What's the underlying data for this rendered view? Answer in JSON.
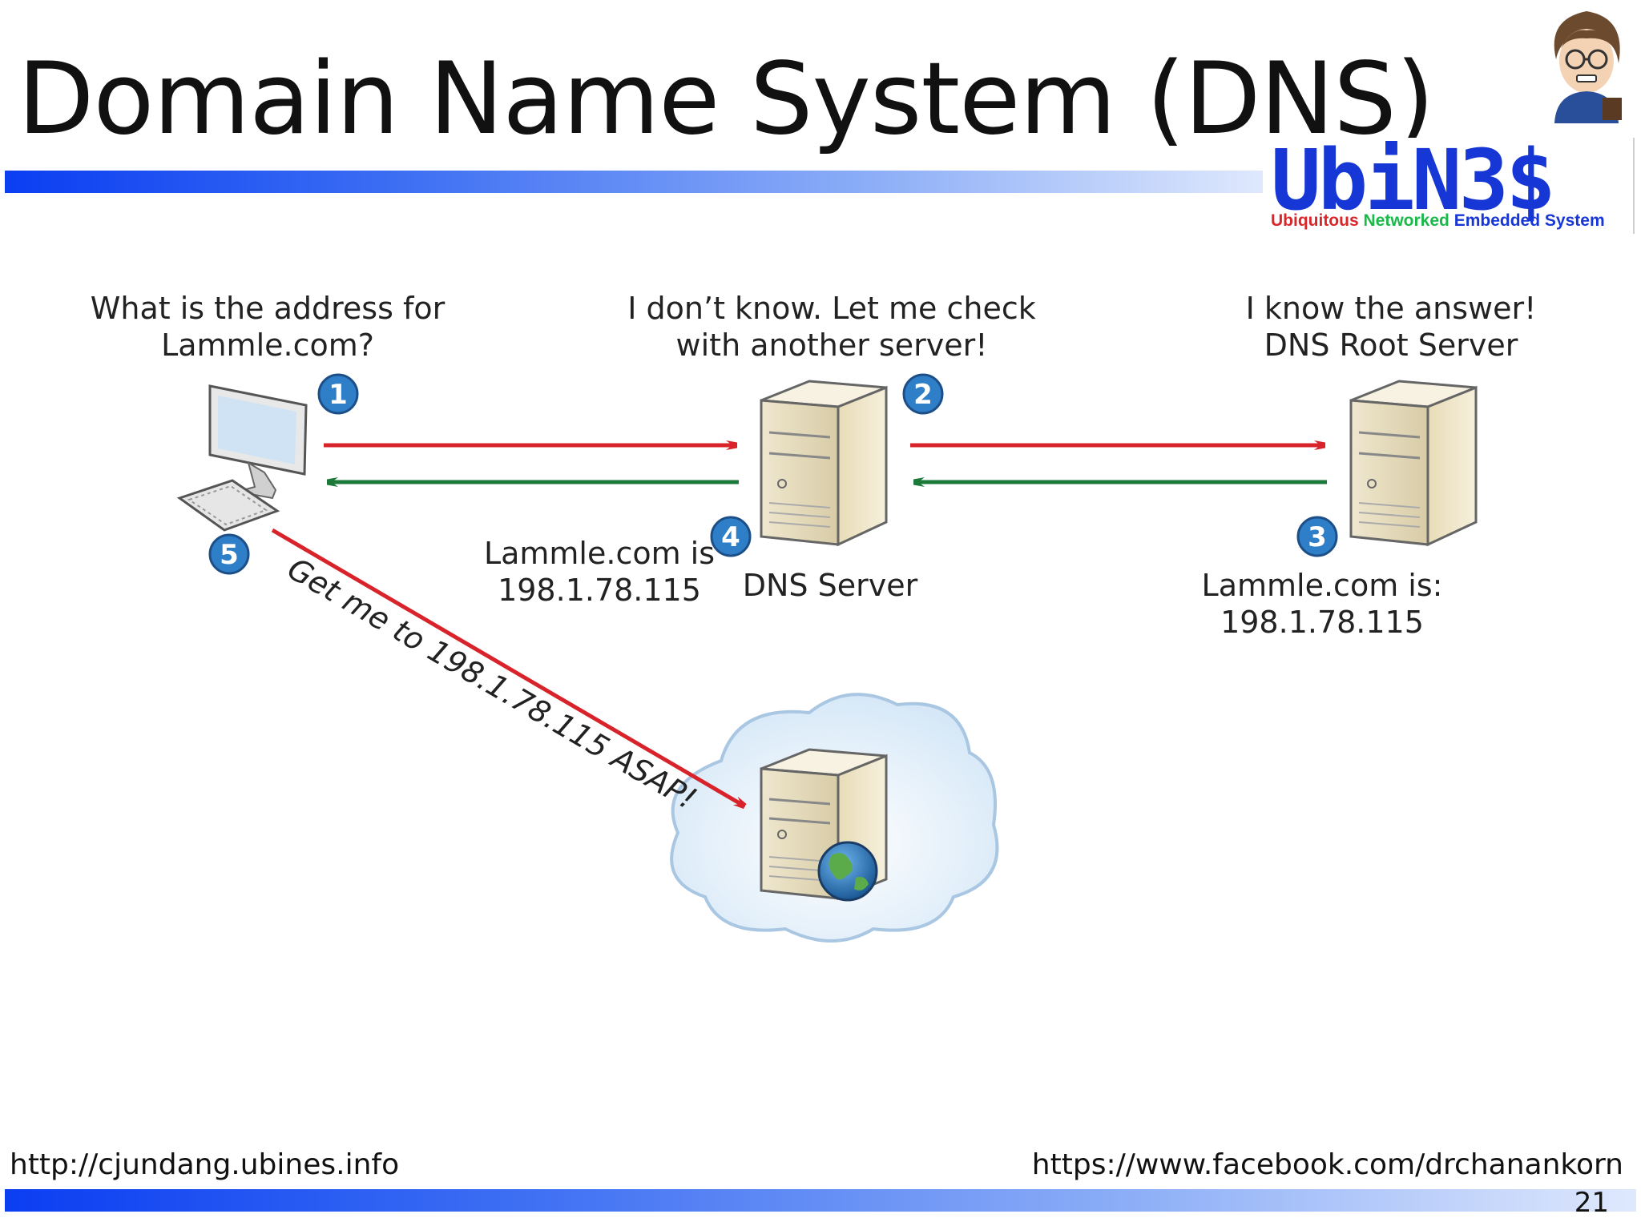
{
  "slide": {
    "title": "Domain Name System (DNS)",
    "page_number": "21"
  },
  "logo": {
    "name": "UbiN3$",
    "subtitle_1": "Ubiquitous",
    "subtitle_2": "Networked",
    "subtitle_3": "Embedded",
    "subtitle_4": "System",
    "colors": {
      "main": "#1636d6",
      "red": "#d9262a",
      "green": "#1bb84a"
    }
  },
  "diagram": {
    "client_question_line1": "What is the address for",
    "client_question_line2": "Lammle.com?",
    "dns_reply_line1": "I don’t know. Let me check",
    "dns_reply_line2": "with another server!",
    "root_reply_line1": "I know the answer!",
    "root_reply_line2": "DNS Root Server",
    "step4_line1": "Lammle.com is",
    "step4_line2": "198.1.78.115",
    "dns_server_label": "DNS Server",
    "step3_line1": "Lammle.com is:",
    "step3_line2": "198.1.78.115",
    "step5_arrow_label": "Get me to 198.1.78.115 ASAP!",
    "badges": [
      "1",
      "2",
      "3",
      "4",
      "5"
    ],
    "colors": {
      "request_arrow": "#d8232a",
      "response_arrow": "#1b7a3a",
      "badge": "#2f7ec8"
    }
  },
  "footer": {
    "left_url": "http://cjundang.ubines.info",
    "right_url": "https://www.facebook.com/drchanankorn"
  }
}
